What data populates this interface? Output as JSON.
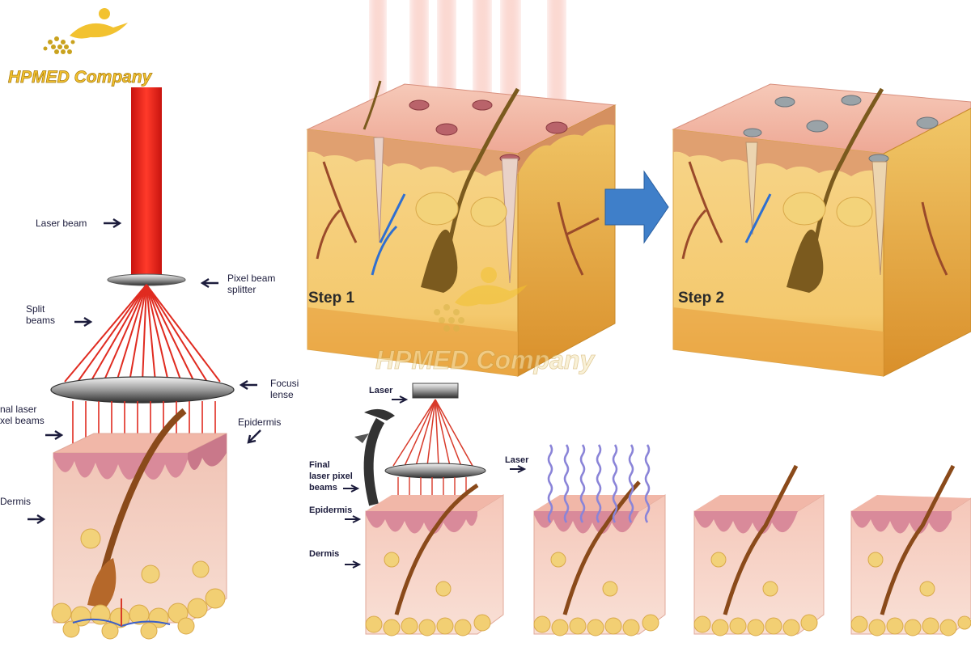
{
  "brand": {
    "name": "HPMED Company",
    "color_primary": "#f2c230",
    "color_outline": "#b8860b"
  },
  "left_diagram": {
    "labels": {
      "laser_beam": "Laser beam",
      "pixel_splitter_line1": "Pixel beam",
      "pixel_splitter_line2": "splitter",
      "split_line1": "Split",
      "split_line2": "beams",
      "focus_line1": "Focusi",
      "focus_line2": "lense",
      "final_line1": "nal laser",
      "final_line2": "xel beams",
      "epidermis": "Epidermis",
      "dermis": "Dermis"
    },
    "colors": {
      "beam": "#e0241c",
      "skin": "#f3c9c0",
      "epidermis": "#d98a9a",
      "fat": "#f2d27a"
    }
  },
  "top_diagram": {
    "step1_label": "Step 1",
    "step2_label": "Step 2",
    "arrow_color": "#3f7fc9",
    "colors": {
      "skin_top": "#f2b7a6",
      "dermis": "#f6d98d",
      "fat": "#f0b24a"
    }
  },
  "bottom_diagram": {
    "labels": {
      "laser_left": "Laser",
      "final_line1": "Final",
      "final_line2": "laser pixel",
      "final_line3": "beams",
      "epidermis": "Epidermis",
      "dermis": "Dermis",
      "laser_right": "Laser"
    },
    "beam_color": "#8a84d8"
  }
}
